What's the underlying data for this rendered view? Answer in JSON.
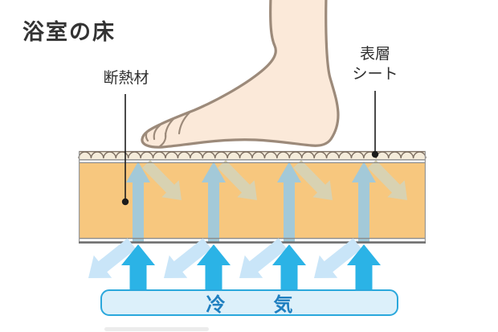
{
  "title": "浴室の床",
  "annotations": {
    "insulation": {
      "label": "断熱材"
    },
    "surface_sheet": {
      "label_line1": "表層",
      "label_line2": "シート"
    }
  },
  "cold_air_box": {
    "label": "冷　気"
  },
  "diagram": {
    "arrow_columns_x": [
      172,
      266,
      360,
      453
    ]
  },
  "colors": {
    "floor_orange": "#F7C77E",
    "surface_cream": "#F5ECDB",
    "cold_air_blue": "#2BB3E6",
    "deflected_light_blue": "#C9E5F8",
    "weakened_blue_gray": "#A3C9D8",
    "insulation_deflect_beige": "#D8D2B2",
    "cold_air_box_fill": "#DCF0FA",
    "cold_air_box_border": "#2AA8DC",
    "cold_air_text": "#1F7FC0",
    "skin": "#FBE9D9",
    "outline_brown": "#9C8A7A"
  }
}
